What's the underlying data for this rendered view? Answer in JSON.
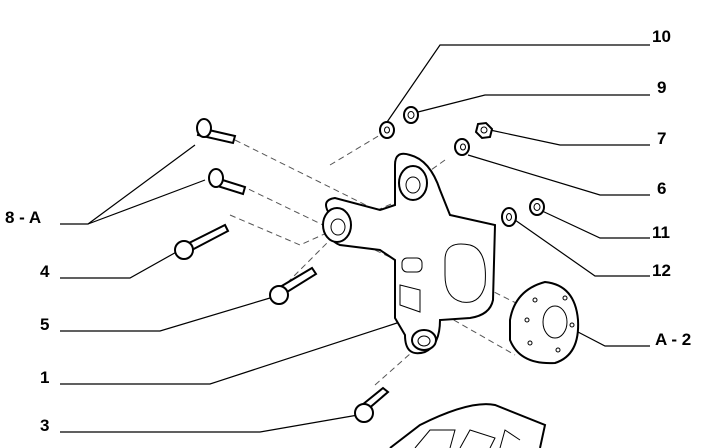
{
  "callouts": [
    {
      "id": "10",
      "text": "10"
    },
    {
      "id": "9",
      "text": "9"
    },
    {
      "id": "7",
      "text": "7"
    },
    {
      "id": "6",
      "text": "6"
    },
    {
      "id": "11",
      "text": "11"
    },
    {
      "id": "12",
      "text": "12"
    },
    {
      "id": "A-2",
      "text": "A - 2"
    },
    {
      "id": "8-A",
      "text": "8 - A"
    },
    {
      "id": "4",
      "text": "4"
    },
    {
      "id": "5",
      "text": "5"
    },
    {
      "id": "1",
      "text": "1"
    },
    {
      "id": "3",
      "text": "3"
    }
  ]
}
